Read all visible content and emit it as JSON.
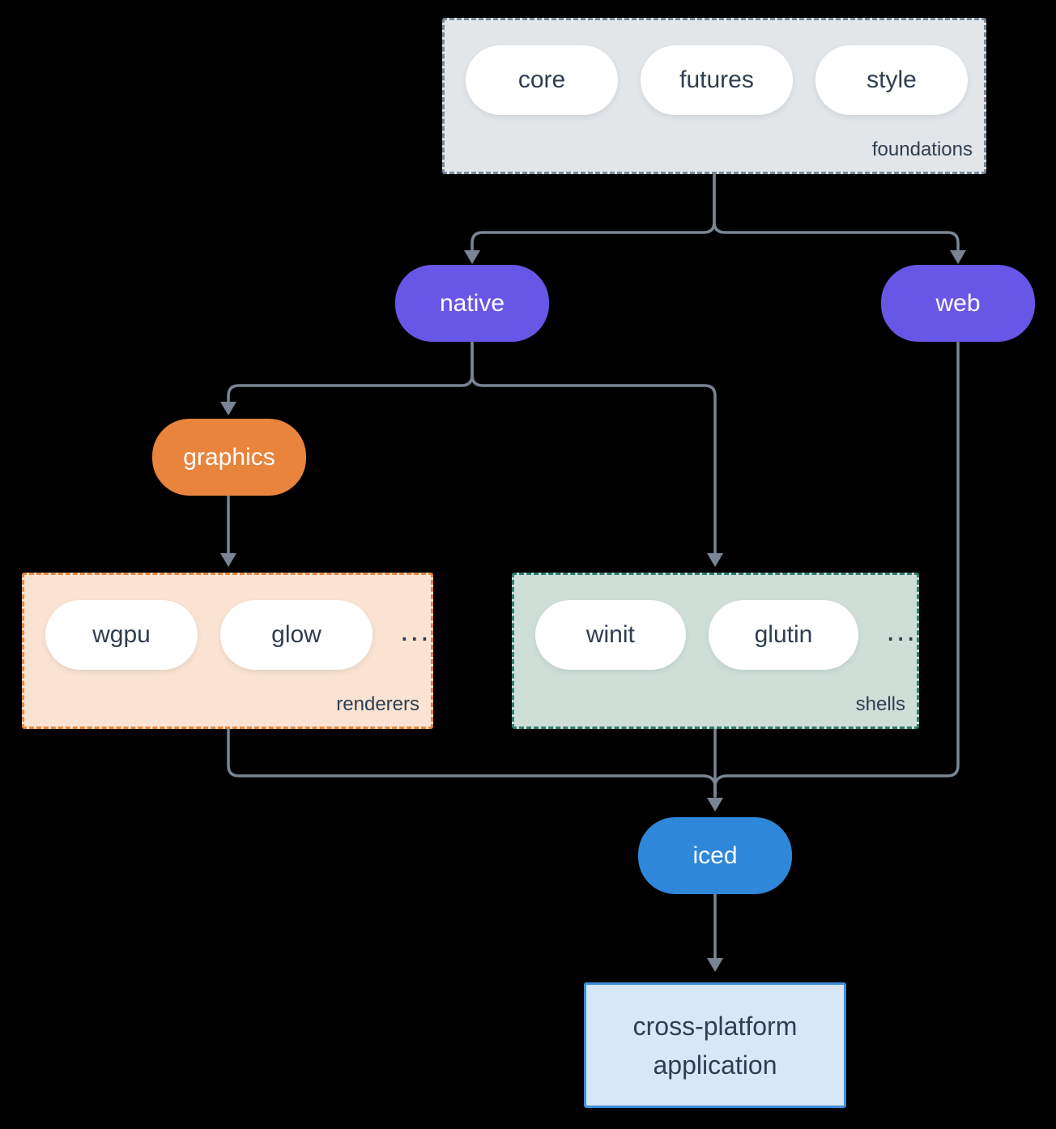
{
  "colors": {
    "bg": "#000000",
    "ink": "#2f3e50",
    "line": "#798593",
    "purple": "#6857e6",
    "orange": "#e8843c",
    "blue": "#2e87d8",
    "pill-white": "#ffffff",
    "foundations-fill": "#e2e6e9",
    "foundations-border": "#7a8796",
    "renderers-fill": "#fae3d2",
    "renderers-border": "#e8863c",
    "shells-fill": "#cfdfd8",
    "shells-border": "#2e7d6d",
    "app-fill": "#d8e7f8",
    "app-border": "#3f8edc"
  },
  "foundations": {
    "label": "foundations",
    "items": [
      "core",
      "futures",
      "style"
    ]
  },
  "native": {
    "label": "native"
  },
  "web": {
    "label": "web"
  },
  "graphics": {
    "label": "graphics"
  },
  "renderers": {
    "label": "renderers",
    "items": [
      "wgpu",
      "glow"
    ],
    "more": "..."
  },
  "shells": {
    "label": "shells",
    "items": [
      "winit",
      "glutin"
    ],
    "more": "..."
  },
  "iced": {
    "label": "iced"
  },
  "app": {
    "line1": "cross-platform",
    "line2": "application"
  }
}
